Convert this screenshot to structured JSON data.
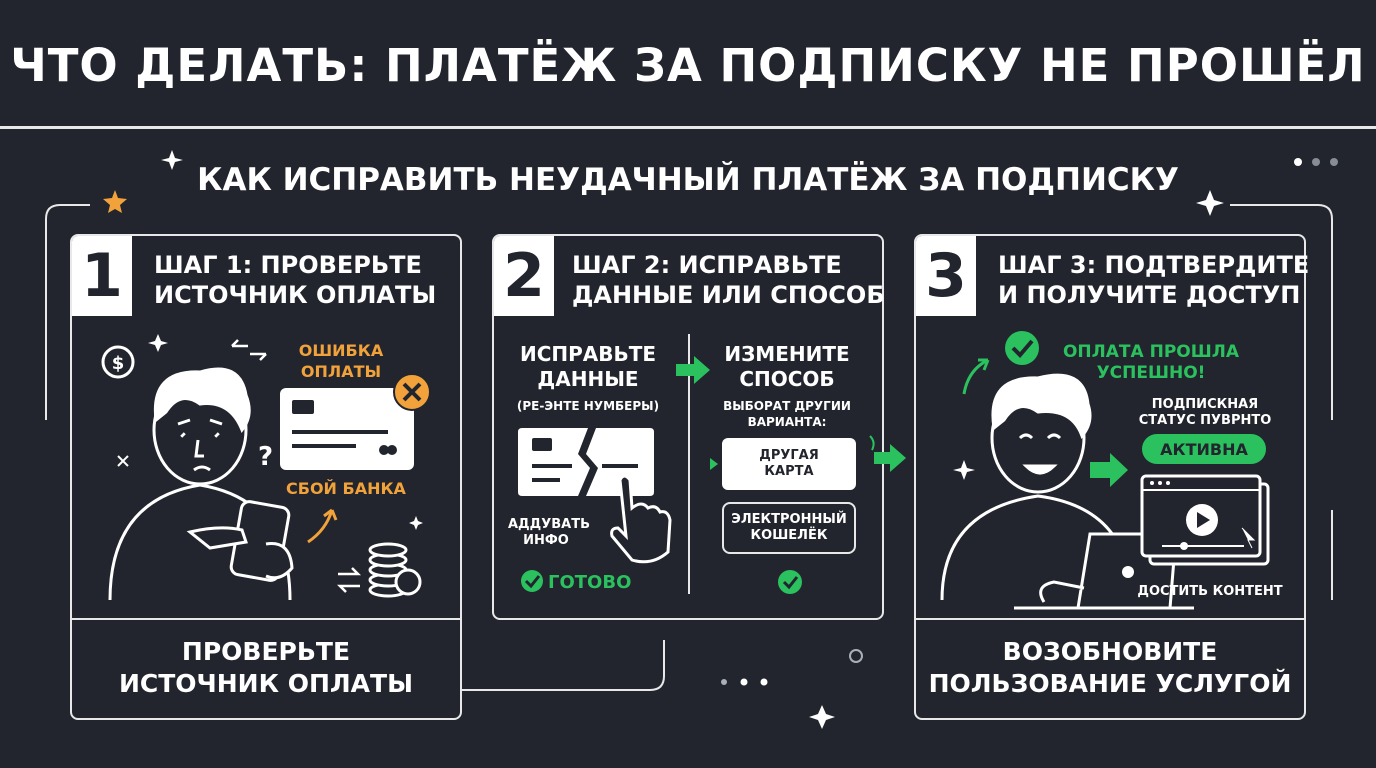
{
  "header": {
    "title": "ЧТО ДЕЛАТЬ: ПЛАТЁЖ ЗА ПОДПИСКУ НЕ ПРОШЁЛ",
    "subtitle": "КАК ИСПРАВИТЬ НЕУДАЧНЫЙ ПЛАТЁЖ ЗА ПОДПИСКУ"
  },
  "step1": {
    "number": "1",
    "title_line1": "ШАГ 1: ПРОВЕРЬТЕ",
    "title_line2": "ИСТОЧНИК ОПЛАТЫ",
    "error_line1": "ОШИБКА",
    "error_line2": "ОПЛАТЫ",
    "bank_fail": "СБОЙ БАНКА",
    "footer_line1": "ПРОВЕРЬТЕ",
    "footer_line2": "ИСТОЧНИК ОПЛАТЫ"
  },
  "step2": {
    "number": "2",
    "title_line1": "ШАГ 2: ИСПРАВЬТЕ",
    "title_line2": "ДАННЫЕ ИЛИ СПОСОБ",
    "left_head_line1": "ИСПРАВЬТЕ",
    "left_head_line2": "ДАННЫЕ",
    "left_sub": "(PE-ЭНТЕ НУМБЕРЫ)",
    "add_info_line1": "АДДУВАТЬ",
    "add_info_line2": "ИНФО",
    "done": "ГОТОВО",
    "right_head_line1": "ИЗМЕНИТЕ",
    "right_head_line2": "СПОСОБ",
    "right_sub_line1": "ВЫБОРАТ ДРУГИИ",
    "right_sub_line2": "ВАРИАНТА:",
    "option1_line1": "ДРУГАЯ",
    "option1_line2": "КАРТА",
    "option2_line1": "ЭЛЕКТРОННЫЙ",
    "option2_line2": "КОШЕЛЁК"
  },
  "step3": {
    "number": "3",
    "title_line1": "ШАГ 3: ПОДТВЕРДИТЕ",
    "title_line2": "И ПОЛУЧИТЕ ДОСТУП",
    "success_line1": "ОПЛАТА ПРОШЛА",
    "success_line2": "УСПЕШНО!",
    "status_line1": "ПОДПИСКНАЯ",
    "status_line2": "СТАТУС ПУВРНТО",
    "status_badge": "АКТИВНА",
    "access_content": "ДОСТИТЬ КОНТЕНТ",
    "footer_line1": "ВОЗОБНОВИТЕ",
    "footer_line2": "ПОЛЬЗОВАНИЕ УСЛУГОЙ"
  },
  "colors": {
    "background": "#22252d",
    "line": "#e8e8e8",
    "orange": "#f2a23a",
    "green": "#2bc15f"
  }
}
